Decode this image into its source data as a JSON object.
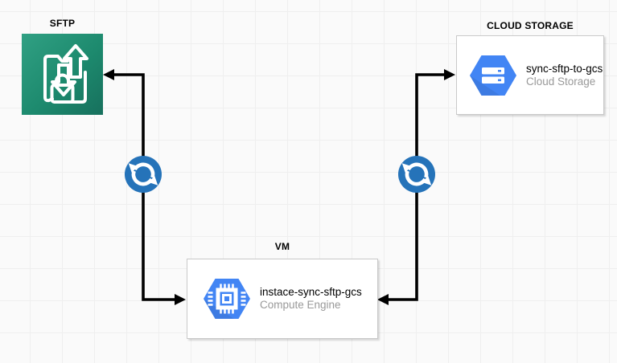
{
  "diagram": {
    "nodes": {
      "sftp": {
        "label": "SFTP"
      },
      "cloud_storage": {
        "label": "CLOUD STORAGE",
        "title": "sync-sftp-to-gcs",
        "subtitle": "Cloud Storage"
      },
      "vm": {
        "label": "VM",
        "title": "instace-sync-sftp-gcs",
        "subtitle": "Compute Engine"
      }
    },
    "icons": {
      "sftp": "sftp-secure-transfer-icon",
      "cloud_storage": "gcp-cloud-storage-icon",
      "vm": "gcp-compute-engine-icon",
      "sync": "sync-icon"
    },
    "colors": {
      "connector": "#000000",
      "sync_circle": "#2573b9",
      "gcp_hexagon": "#4285f4",
      "sftp_gradient_start": "#30a083",
      "sftp_gradient_end": "#17705d",
      "node_border": "#c9c9c9",
      "subtitle_text": "#999999",
      "canvas_background": "#fafafa",
      "grid_line": "#efefef"
    }
  }
}
